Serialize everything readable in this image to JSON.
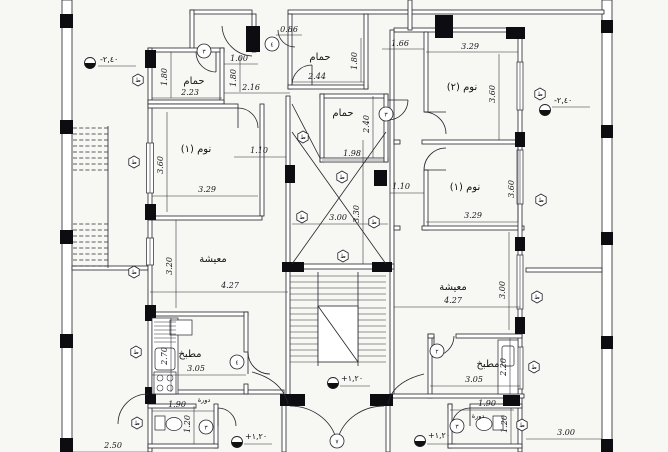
{
  "drawing": {
    "kind": "architectural-floor-plan",
    "bg_color": "#f7f7f4",
    "line_color": "#23232a"
  },
  "rooms": {
    "bath_top_left": "حمام",
    "bath_top_center": "حمام",
    "bath_center": "حمام",
    "bed1_left": "نوم (١)",
    "bed2_right": "نوم (٢)",
    "bed1_right": "نوم (١)",
    "living_left": "معيشة",
    "living_right": "معيشة",
    "kitchen_left": "مطبخ",
    "kitchen_right": "مطبخ",
    "wc_left": "دورة",
    "wc_right": "دورة"
  },
  "dims": {
    "d086": "0.86",
    "d100": "1.00",
    "d180a": "1.80",
    "d180b": "1.80",
    "d180c": "1.80",
    "d223": "2.23",
    "d216": "2.16",
    "d244": "2.44",
    "d166": "1.66",
    "d329_tr": "3.29",
    "d360_tr": "3.60",
    "d360_l": "3.60",
    "d329_l": "3.29",
    "d110_l": "1.10",
    "d240": "2.40",
    "d198": "1.98",
    "d110_r": "1.10",
    "d300_shaft": "3.00",
    "d330_shaft": "3.30",
    "d360_r": "3.60",
    "d329_r": "3.29",
    "d320": "3.20",
    "d427_l": "4.27",
    "d300_lr": "3.00",
    "d427_r": "4.27",
    "d270": "2.70",
    "d305_l": "3.05",
    "d190_l": "1.90",
    "d120_l": "1.20",
    "d220": "2.20",
    "d305_r": "3.05",
    "d190_r": "1.90",
    "d120_r": "1.20",
    "d300_br": "3.00",
    "d250": "2.50"
  },
  "levels": {
    "minus240_left": "-٢,٤٠",
    "minus240_right": "-٢,٤٠",
    "plus120_center": "+١,٢٠",
    "plus120_left": "+١,٢٠",
    "plus120_right": "+١,٢٠"
  },
  "tags": {
    "hex_letter": "ط",
    "c_bath_tl": "٣",
    "c_entry_top": "٤",
    "c_hall_r": "٣",
    "c_kitchen_l": "٤",
    "c_wc_l": "٣",
    "c_kitchen_r": "٢",
    "c_wc_r": "٣",
    "c_entrance": "٧"
  }
}
